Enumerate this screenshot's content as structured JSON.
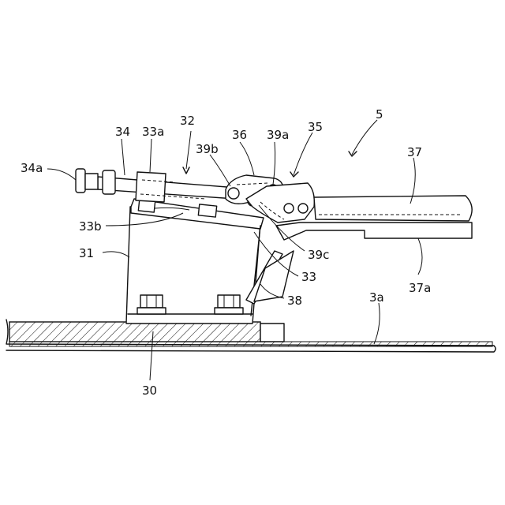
{
  "figure": {
    "labels": {
      "ref_5": "5",
      "ref_30": "30",
      "ref_31": "31",
      "ref_32": "32",
      "ref_33": "33",
      "ref_33a": "33a",
      "ref_33b": "33b",
      "ref_34": "34",
      "ref_34a": "34a",
      "ref_35": "35",
      "ref_36": "36",
      "ref_37": "37",
      "ref_37a": "37a",
      "ref_38": "38",
      "ref_39a": "39a",
      "ref_39b": "39b",
      "ref_39c": "39c",
      "ref_3a": "3a"
    }
  }
}
